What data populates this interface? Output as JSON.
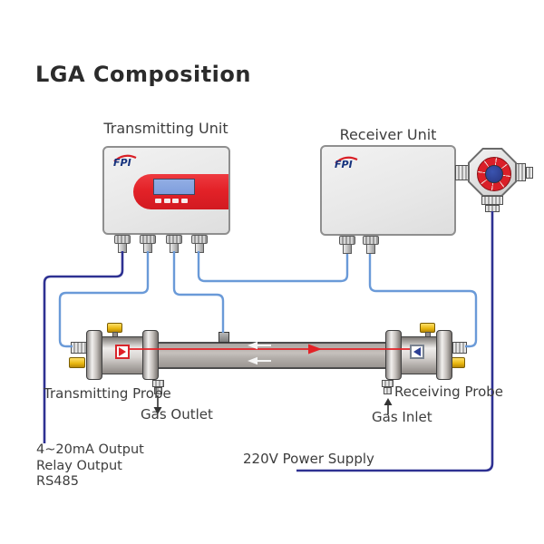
{
  "title": "LGA Composition",
  "brand": {
    "logo_text": "FPI"
  },
  "transmitting_unit": {
    "label": "Transmitting Unit"
  },
  "receiver_unit": {
    "label": "Receiver Unit"
  },
  "probes": {
    "transmitting": "Transmitting Probe",
    "receiving": "Receiving Probe"
  },
  "gas": {
    "outlet": "Gas Outlet",
    "inlet": "Gas Inlet"
  },
  "io_labels": {
    "lines": [
      "4~20mA Output",
      "Relay Output",
      "RS485"
    ]
  },
  "power_label": "220V Power Supply",
  "colors": {
    "signal_wire_blue": "#6a9ad8",
    "power_wire_navy": "#2e3192",
    "panel_red": "#e32228",
    "lcd_blue": "#7e9edd",
    "valve_gold": "#e8b60e",
    "laser_red": "#e32227",
    "detector_blue": "#2b3f96"
  }
}
